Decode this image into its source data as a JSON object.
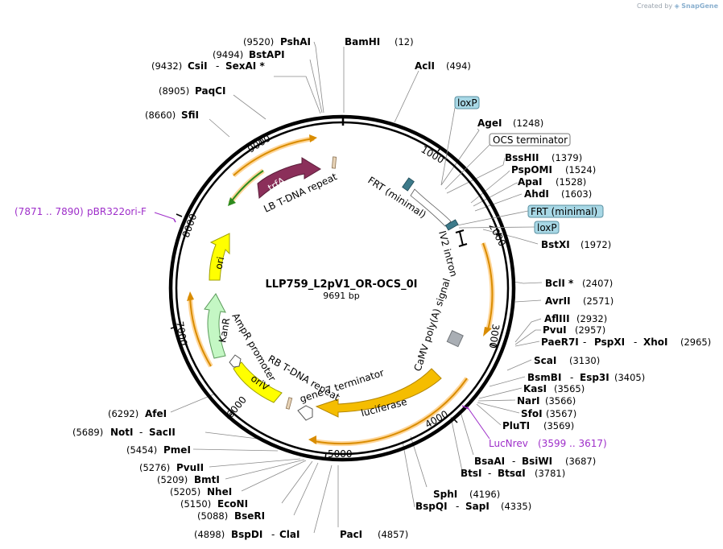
{
  "app": {
    "credit_prefix": "Created by",
    "credit_brand": "SnapGene"
  },
  "plasmid": {
    "name": "LLP759_L2pV1_OR-OCS_0I",
    "length_label": "9691 bp",
    "length": 9691
  },
  "ticks": [
    "1000",
    "2000",
    "3000",
    "4000",
    "5000",
    "6000",
    "7000",
    "8000",
    "9000"
  ],
  "features": [
    {
      "name": "trfA",
      "color": "#8b2f5a",
      "text_color": "#ffffff"
    },
    {
      "name": "ori",
      "color": "#ffff00",
      "text_color": "#000000"
    },
    {
      "name": "KanR",
      "color": "#c4f7c4",
      "text_color": "#000000"
    },
    {
      "name": "oriV",
      "color": "#ffff00",
      "text_color": "#000000"
    },
    {
      "name": "luciferase",
      "color": "#f5bd00",
      "text_color": "#000000"
    }
  ],
  "feature_labels": {
    "lb_tdna": "LB T-DNA repeat",
    "frt": "FRT (minimal)",
    "iv2": "IV2 intron",
    "camv": "CaMV poly(A) signal",
    "rb_tdna": "RB T-DNA repeat",
    "gene7": "gene 7 terminator",
    "ampr": "AmpR promoter"
  },
  "boxed_labels": {
    "loxp_top": "loxP",
    "ocs": "OCS terminator",
    "frt_min": "FRT (minimal)",
    "loxp_bottom": "loxP"
  },
  "primers": {
    "pbr_range": "(7871 .. 7890)",
    "pbr_name": "pBR322ori-F",
    "lucnrev_name": "LucNrev",
    "lucnrev_range": "(3599 .. 3617)"
  },
  "sites": {
    "pshai": {
      "name": "PshAI",
      "pos": "(9520)"
    },
    "bstapi": {
      "name": "BstAPI",
      "pos": "(9494)"
    },
    "csii": {
      "name": "CsiI",
      "sep": "-",
      "name2": "SexAI *",
      "pos": "(9432)"
    },
    "paqci": {
      "name": "PaqCI",
      "pos": "(8905)"
    },
    "sfii": {
      "name": "SfiI",
      "pos": "(8660)"
    },
    "bamhi": {
      "name": "BamHI",
      "pos": "(12)"
    },
    "acli": {
      "name": "AclI",
      "pos": "(494)"
    },
    "agei": {
      "name": "AgeI",
      "pos": "(1248)"
    },
    "bsshii": {
      "name": "BssHII",
      "pos": "(1379)"
    },
    "pspomi": {
      "name": "PspOMI",
      "pos": "(1524)"
    },
    "apai": {
      "name": "ApaI",
      "pos": "(1528)"
    },
    "ahdi": {
      "name": "AhdI",
      "pos": "(1603)"
    },
    "bstxi": {
      "name": "BstXI",
      "pos": "(1972)"
    },
    "bcli": {
      "name": "BclI *",
      "pos": "(2407)"
    },
    "avrii": {
      "name": "AvrII",
      "pos": "(2571)"
    },
    "afliii": {
      "name": "AflIII",
      "pos": "(2932)"
    },
    "pvui": {
      "name": "PvuI",
      "pos": "(2957)"
    },
    "paer7i": {
      "name": "PaeR7I",
      "sep": "-",
      "name2": "PspXI",
      "sep2": "-",
      "name3": "XhoI",
      "pos": "(2965)"
    },
    "scai": {
      "name": "ScaI",
      "pos": "(3130)"
    },
    "bsmbi": {
      "name": "BsmBI",
      "sep": "-",
      "name2": "Esp3I",
      "pos": "(3405)"
    },
    "kasi": {
      "name": "KasI",
      "pos": "(3565)"
    },
    "nari": {
      "name": "NarI",
      "pos": "(3566)"
    },
    "sfoi": {
      "name": "SfoI",
      "pos": "(3567)"
    },
    "pluti": {
      "name": "PluTI",
      "pos": "(3569)"
    },
    "bsaai": {
      "name": "BsaAI",
      "sep": "-",
      "name2": "BsiWI",
      "pos": "(3687)"
    },
    "btsi": {
      "name": "BtsI",
      "sep": "-",
      "name2": "BtsαI",
      "pos": "(3781)"
    },
    "sphi": {
      "name": "SphI",
      "pos": "(4196)"
    },
    "bspqi": {
      "name": "BspQI",
      "sep": "-",
      "name2": "SapI",
      "pos": "(4335)"
    },
    "paci": {
      "name": "PacI",
      "pos": "(4857)"
    },
    "bspdi": {
      "name": "BspDI",
      "sep": "-",
      "name2": "ClaI",
      "pos": "(4898)"
    },
    "bseri": {
      "name": "BseRI",
      "pos": "(5088)"
    },
    "econi": {
      "name": "EcoNI",
      "pos": "(5150)"
    },
    "nhei": {
      "name": "NheI",
      "pos": "(5205)"
    },
    "bmti": {
      "name": "BmtI",
      "pos": "(5209)"
    },
    "pvuii": {
      "name": "PvuII",
      "pos": "(5276)"
    },
    "pmei": {
      "name": "PmeI",
      "pos": "(5454)"
    },
    "noti": {
      "name": "NotI",
      "sep": "-",
      "name2": "SacII",
      "pos": "(5689)"
    },
    "afei": {
      "name": "AfeI",
      "pos": "(6292)"
    }
  }
}
